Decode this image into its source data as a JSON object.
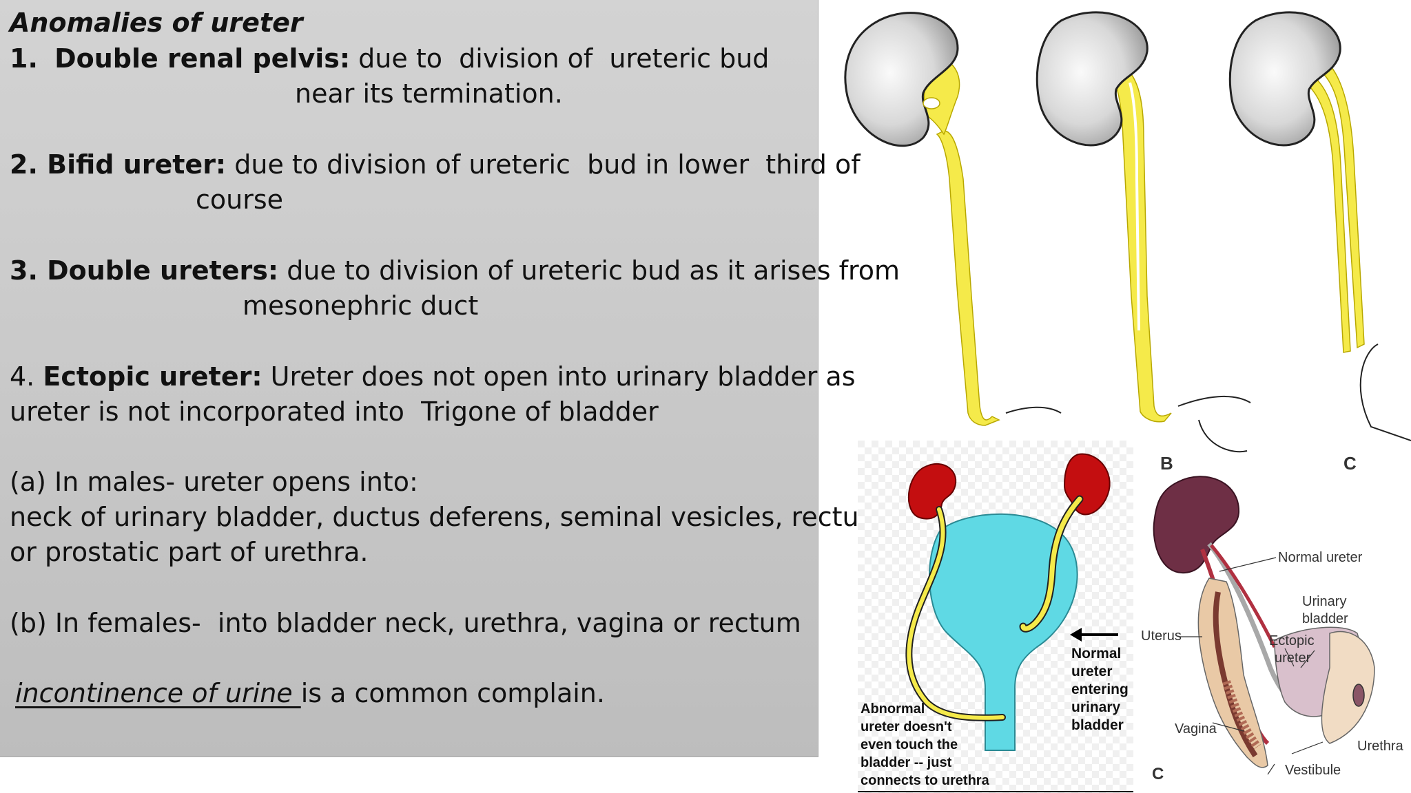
{
  "slide": {
    "title": "Anomalies of ureter",
    "item1": {
      "label": "1.",
      "term": "Double renal pelvis:",
      "text": "due to  division of  ureteric bud",
      "cont": "near its termination."
    },
    "item2": {
      "term": "2. Bifid ureter:",
      "text": "due to division of ureteric  bud in lower  third of",
      "cont": "course"
    },
    "item3": {
      "term": "3. Double ureters:",
      "text": "due to division of ureteric bud as it arises from",
      "cont": "mesonephric duct"
    },
    "item4": {
      "num": "4.",
      "term": "Ectopic ureter:",
      "text": "Ureter does not open into urinary bladder as",
      "cont": "ureter is not incorporated into  Trigone of bladder"
    },
    "males": {
      "heading": "(a) In males- ureter opens into:",
      "line1": "neck of urinary bladder, ductus deferens, seminal vesicles, rectum",
      "line2": "or prostatic part of urethra."
    },
    "females": "(b) In females-  into bladder neck, urethra, vagina or rectum",
    "footer": {
      "emph": "incontinence of urine ",
      "rest": "is a common complain."
    }
  },
  "figure_top": {
    "label_b": "B",
    "label_c": "C"
  },
  "figure_left": {
    "normal": [
      "Normal",
      "ureter",
      "entering",
      "urinary",
      "bladder"
    ],
    "abnormal": [
      "Abnormal",
      "ureter doesn't",
      "even touch the",
      "bladder -- just",
      "connects to urethra"
    ]
  },
  "figure_right": {
    "normal_ureter": "Normal ureter",
    "urinary": "Urinary",
    "bladder": "bladder",
    "uterus": "Uterus",
    "ectopic": "Ectopic",
    "ureter": "ureter",
    "vagina": "Vagina",
    "urethra": "Urethra",
    "vestibule": "Vestibule",
    "label_c": "C"
  },
  "colors": {
    "panel": "#c8c8c8",
    "ureter_yellow": "#f5ea4a",
    "kidney_red": "#c40e10",
    "bladder_cyan": "#5fd9e4",
    "kidney_maroon": "#6e2f45"
  }
}
